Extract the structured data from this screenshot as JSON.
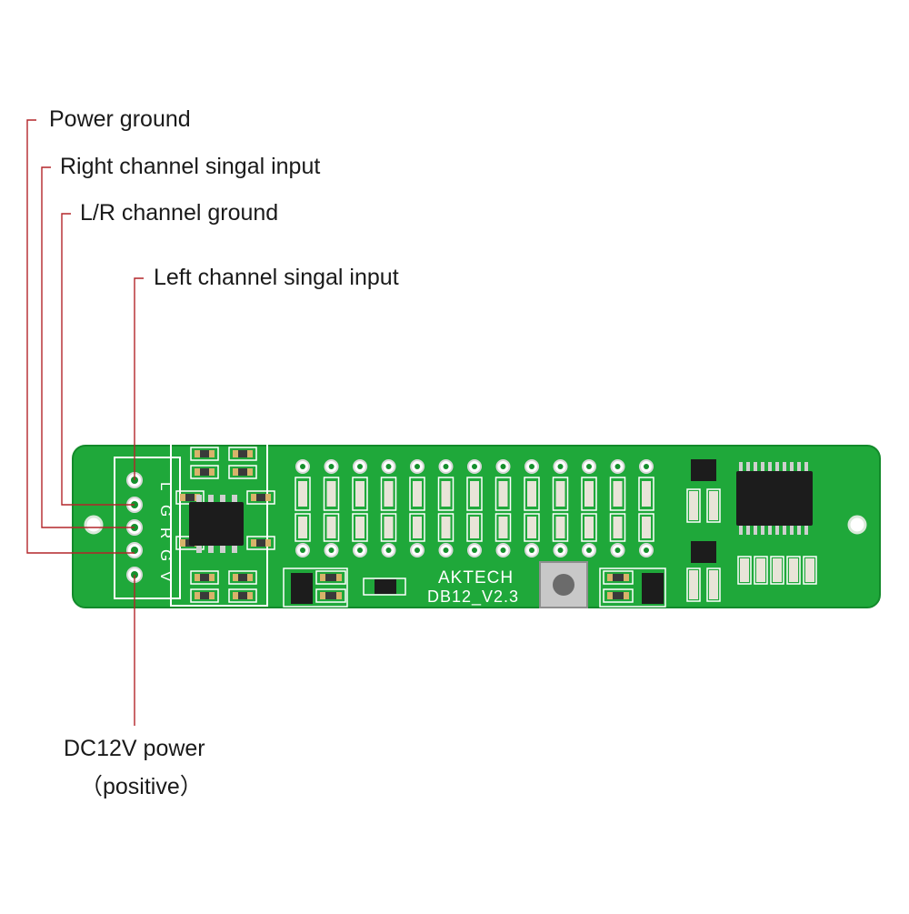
{
  "labels": {
    "power_ground": "Power ground",
    "right_input": "Right channel singal input",
    "lr_ground": "L/R channel ground",
    "left_input": "Left channel singal input",
    "dc_power_line1": "DC12V power",
    "dc_power_line2": "（positive）"
  },
  "board": {
    "brand": "AKTECH",
    "model": "DB12_V2.3",
    "pin_letters": [
      "L",
      "G",
      "R",
      "G",
      "V"
    ]
  },
  "colors": {
    "pcb": "#1fa83a",
    "pcb_dark": "#15902d",
    "silk": "#ffffff",
    "leader": "#b3262a",
    "chip": "#1c1c1c",
    "pad": "#d8d8d8"
  }
}
